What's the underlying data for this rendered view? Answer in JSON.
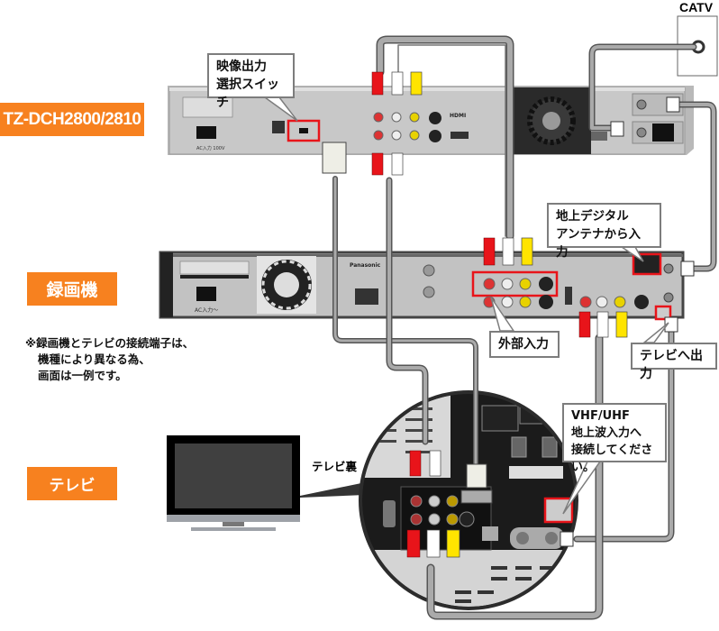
{
  "diagram": {
    "title": "Recorder / TV connection diagram",
    "devices": {
      "tuner": {
        "label": "TZ-DCH2800/2810"
      },
      "recorder": {
        "label": "録画機"
      },
      "tv": {
        "label": "テレビ"
      }
    },
    "source": {
      "label": "CATV"
    },
    "tv_back_label": "テレビ裏",
    "note": [
      "※録画機とテレビの接続端子は、",
      "機種により異なる為、",
      "画面は一例です。"
    ],
    "callouts": {
      "video_switch": [
        "映像出力",
        "選択スイッチ"
      ],
      "digital_antenna": [
        "地上デジタル",
        "アンテナから入力"
      ],
      "external_input": "外部入力",
      "tv_output": "テレビへ出力",
      "vhf_uhf": [
        "VHF/UHF",
        "地上波入力へ",
        "接続してください。"
      ]
    },
    "connections": [
      {
        "from": "CATV",
        "to": "TZ-DCH2800/2810 cable input",
        "type": "coaxial"
      },
      {
        "from": "TZ-DCH2800/2810 AV output",
        "to": "録画機 外部入力",
        "type": "composite (red/white/yellow)"
      },
      {
        "from": "TZ-DCH2800/2810 RF output",
        "to": "録画機 地上デジタルアンテナ入力",
        "type": "coaxial"
      },
      {
        "from": "TZ-DCH2800/2810 D-terminal",
        "to": "テレビ D-input",
        "type": "D-terminal"
      },
      {
        "from": "TZ-DCH2800/2810 audio",
        "to": "テレビ audio input",
        "type": "RCA (red/white)"
      },
      {
        "from": "録画機 AV output",
        "to": "テレビ AV input",
        "type": "composite (red/white/yellow)"
      },
      {
        "from": "録画機 RF output",
        "to": "テレビ VHF/UHF地上波入力",
        "type": "coaxial"
      }
    ],
    "colors": {
      "tag_orange": "#f7811f",
      "highlight_red": "#e8141a",
      "cable_gray": "#8a8a8a",
      "plug_red": "#e8141a",
      "plug_white": "#ffffff",
      "plug_yellow": "#ffe400"
    }
  }
}
